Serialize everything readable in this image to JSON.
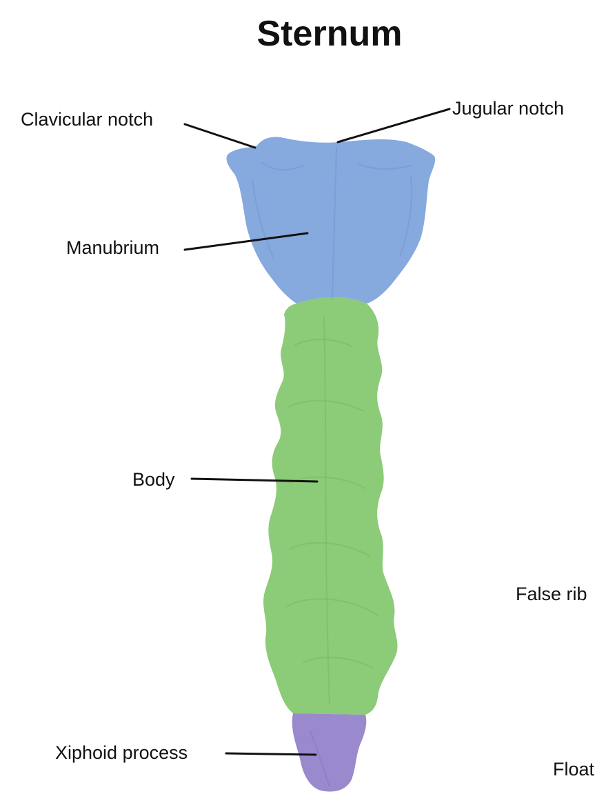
{
  "title": "Sternum",
  "labels": {
    "clavicular_notch": "Clavicular notch",
    "jugular_notch": "Jugular notch",
    "manubrium": "Manubrium",
    "body": "Body",
    "xiphoid_process": "Xiphoid process",
    "false_rib": "False rib",
    "floating_rib_partial": "Float"
  },
  "colors": {
    "manubrium": "#86a9de",
    "manubrium_shade": "#6f93cc",
    "body": "#8ccb77",
    "body_shade": "#74b360",
    "xiphoid": "#9a89cc",
    "xiphoid_shade": "#8473bb",
    "leader_line": "#111111",
    "text": "#111111"
  }
}
